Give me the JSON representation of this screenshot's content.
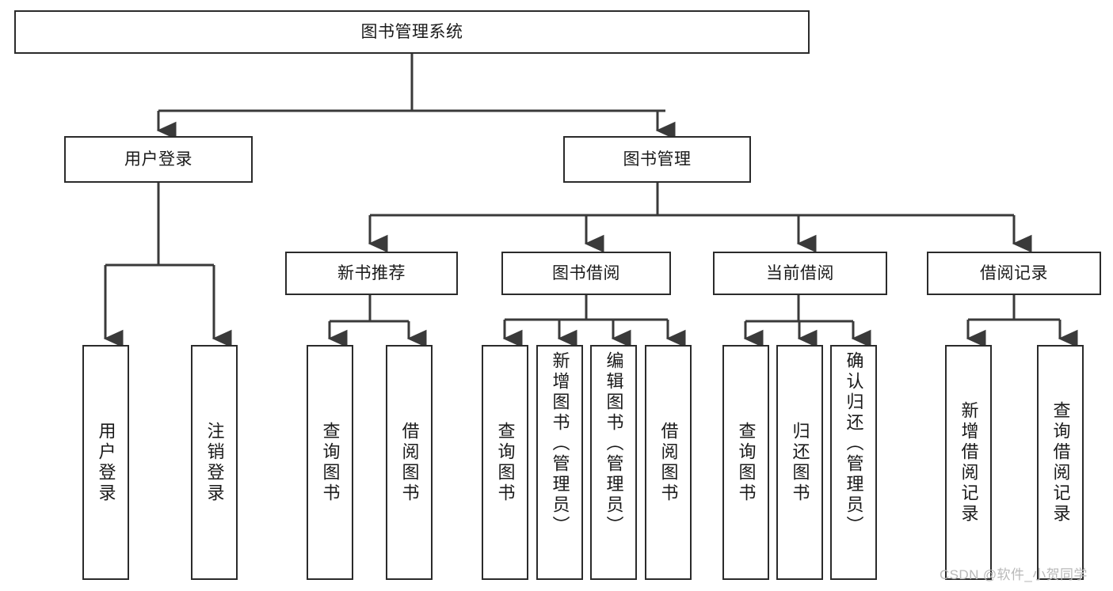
{
  "diagram": {
    "type": "tree",
    "title": "图书管理系统",
    "watermark": "CSDN @软件_小贺同学",
    "colors": {
      "background": "#ffffff",
      "box_fill": "#ffffff",
      "box_stroke": "#2b2b2b",
      "connector": "#3a3a3a",
      "text": "#1a1a1a",
      "watermark": "#b9b9b9"
    },
    "root": {
      "label": "图书管理系统"
    },
    "level2": [
      {
        "label": "用户登录"
      },
      {
        "label": "图书管理"
      }
    ],
    "level3": [
      {
        "label": "新书推荐"
      },
      {
        "label": "图书借阅"
      },
      {
        "label": "当前借阅"
      },
      {
        "label": "借阅记录"
      }
    ],
    "leaves": {
      "user_login": [
        {
          "label": "用户登录"
        },
        {
          "label": "注销登录"
        }
      ],
      "new_book": [
        {
          "label": "查询图书"
        },
        {
          "label": "借阅图书"
        }
      ],
      "book_borrow": [
        {
          "label": "查询图书"
        },
        {
          "label": "新增图书（管理员）"
        },
        {
          "label": "编辑图书（管理员）"
        },
        {
          "label": "借阅图书"
        }
      ],
      "current_borrow": [
        {
          "label": "查询图书"
        },
        {
          "label": "归还图书"
        },
        {
          "label": "确认归还（管理员）"
        }
      ],
      "borrow_record": [
        {
          "label": "新增借阅记录"
        },
        {
          "label": "查询借阅记录"
        }
      ]
    }
  }
}
